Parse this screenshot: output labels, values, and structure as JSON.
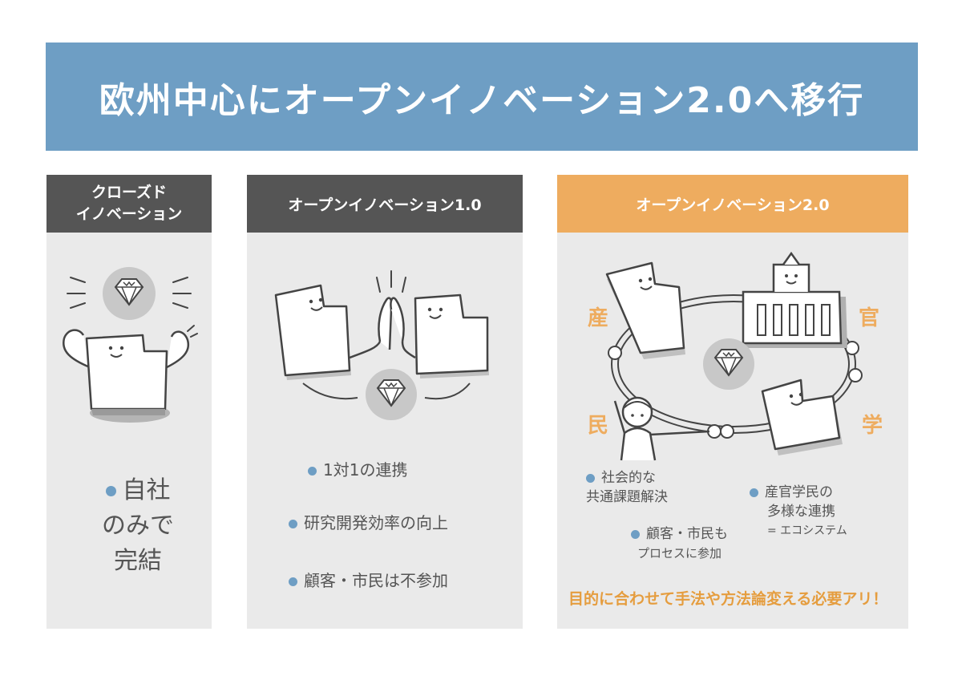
{
  "title": "欧州中心にオープンイノベーション2.0へ移行",
  "columns": [
    {
      "header_lines": [
        "クローズド",
        "イノベーション"
      ],
      "text_lines": [
        "自社",
        "のみで",
        "完結"
      ]
    },
    {
      "header": "オープンイノベーション1.0",
      "bullets": [
        "1対1の連携",
        "研究開発効率の向上",
        "顧客・市民は不参加"
      ]
    },
    {
      "header": "オープンイノベーション2.0",
      "sectors": {
        "industry": "産",
        "government": "官",
        "academia": "学",
        "citizens": "民"
      },
      "bullets": {
        "social": [
          "社会的な",
          "共通課題解決"
        ],
        "citizens": [
          "顧客・市民も",
          "プロセスに参加"
        ],
        "ecosystem": [
          "産官学民の",
          "多様な連携",
          "= エコシステム"
        ]
      },
      "conclusion": "目的に合わせて手法や方法論変える必要アリ！"
    }
  ],
  "colors": {
    "title_bg": "#6e9ec4",
    "dark_header": "#555555",
    "orange_header": "#eeac5f",
    "panel_bg": "#eaeaea",
    "bullet_dot": "#6e9ec4",
    "accent_text": "#e59d3f"
  },
  "icons": [
    "diamond-icon",
    "building-character-icon",
    "government-building-icon",
    "person-icon"
  ]
}
